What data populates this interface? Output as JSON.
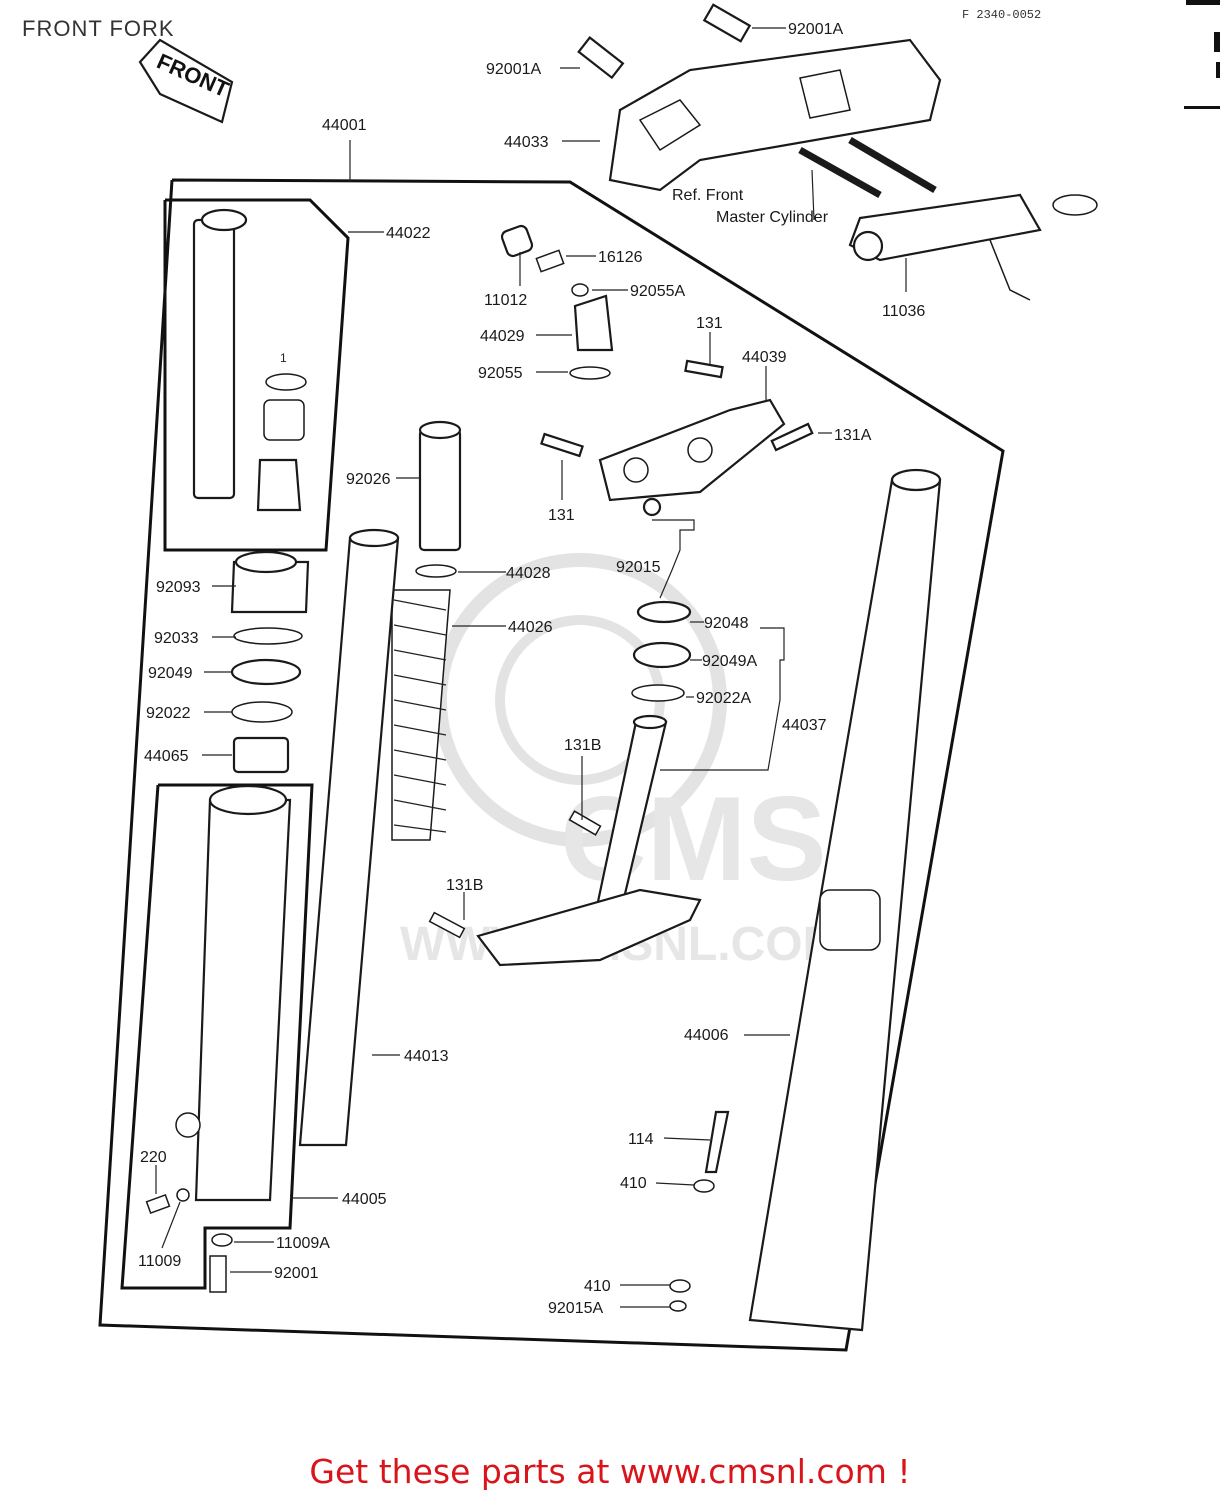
{
  "page": {
    "title": "FRONT FORK",
    "figure_code": "F 2340-0052",
    "promo_text": "Get these parts at www.cmsnl.com !",
    "front_arrow_text": "FRONT",
    "watermark_text": "CMS",
    "watermark_url": "WWW.CMSNL.COM",
    "ref_note_line1": "Ref. Front",
    "ref_note_line2": "Master Cylinder"
  },
  "callouts": [
    {
      "id": "92001A-top",
      "text": "92001A"
    },
    {
      "id": "92001A-left",
      "text": "92001A"
    },
    {
      "id": "44033",
      "text": "44033"
    },
    {
      "id": "44001",
      "text": "44001"
    },
    {
      "id": "44022",
      "text": "44022"
    },
    {
      "id": "16126",
      "text": "16126"
    },
    {
      "id": "11012",
      "text": "11012"
    },
    {
      "id": "92055A",
      "text": "92055A"
    },
    {
      "id": "44029",
      "text": "44029"
    },
    {
      "id": "92055",
      "text": "92055"
    },
    {
      "id": "131-top",
      "text": "131"
    },
    {
      "id": "44039",
      "text": "44039"
    },
    {
      "id": "131A",
      "text": "131A"
    },
    {
      "id": "131-mid",
      "text": "131"
    },
    {
      "id": "11036",
      "text": "11036"
    },
    {
      "id": "1-small",
      "text": "1"
    },
    {
      "id": "92026",
      "text": "92026"
    },
    {
      "id": "92015",
      "text": "92015"
    },
    {
      "id": "44028",
      "text": "44028"
    },
    {
      "id": "44026",
      "text": "44026"
    },
    {
      "id": "92093",
      "text": "92093"
    },
    {
      "id": "92033",
      "text": "92033"
    },
    {
      "id": "92049",
      "text": "92049"
    },
    {
      "id": "92022",
      "text": "92022"
    },
    {
      "id": "44065",
      "text": "44065"
    },
    {
      "id": "92048",
      "text": "92048"
    },
    {
      "id": "92049A",
      "text": "92049A"
    },
    {
      "id": "92022A",
      "text": "92022A"
    },
    {
      "id": "44037",
      "text": "44037"
    },
    {
      "id": "131B-top",
      "text": "131B"
    },
    {
      "id": "131B-low",
      "text": "131B"
    },
    {
      "id": "44006",
      "text": "44006"
    },
    {
      "id": "44013",
      "text": "44013"
    },
    {
      "id": "114",
      "text": "114"
    },
    {
      "id": "410-top",
      "text": "410"
    },
    {
      "id": "220",
      "text": "220"
    },
    {
      "id": "44005",
      "text": "44005"
    },
    {
      "id": "11009A",
      "text": "11009A"
    },
    {
      "id": "11009",
      "text": "11009"
    },
    {
      "id": "92001",
      "text": "92001"
    },
    {
      "id": "410-low",
      "text": "410"
    },
    {
      "id": "92015A",
      "text": "92015A"
    }
  ]
}
